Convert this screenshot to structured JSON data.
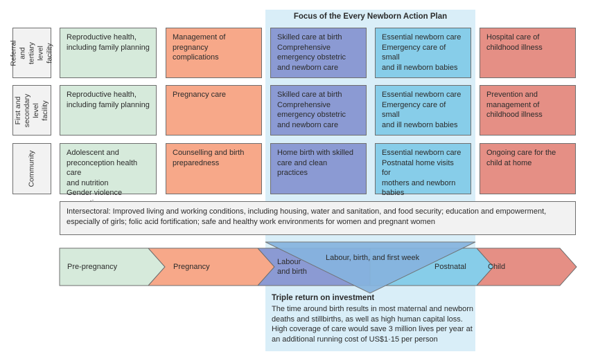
{
  "focus_title": "Focus of the Every Newborn Action Plan",
  "rows": [
    {
      "label": "Referral and\ntertiary level\nfacility",
      "cells": [
        "Reproductive health,\nincluding family planning",
        "Management of\npregnancy complications",
        "Skilled care at birth\nComprehensive\nemergency obstetric\nand newborn care",
        "Essential newborn care\nEmergency care of small\nand ill newborn babies",
        "Hospital care of\nchildhood illness"
      ]
    },
    {
      "label": "First and\nsecondary\nlevel facility",
      "cells": [
        "Reproductive health,\nincluding family planning",
        "Pregnancy care",
        "Skilled care at birth\nComprehensive\nemergency obstetric\nand newborn care",
        "Essential newborn care\nEmergency care of small\nand ill newborn babies",
        "Prevention and\nmanagement of\nchildhood illness"
      ]
    },
    {
      "label": "Community",
      "cells": [
        "Adolescent and\npreconception health care\nand nutrition\nGender violence prevention",
        "Counselling and birth\npreparedness",
        "Home birth with skilled\ncare and clean practices",
        "Essential newborn care\nPostnatal home visits for\nmothers and newborn\nbabies",
        "Ongoing care for the\nchild at home"
      ]
    }
  ],
  "intersectoral": "Intersectoral: Improved living and working conditions, including housing, water and sanitation, and food security; education and empowerment, especially of girls; folic acid fortification; safe and healthy work environments for women and pregnant women",
  "timeline": {
    "pre_pregnancy": "Pre-pregnancy",
    "pregnancy": "Pregnancy",
    "labour_and_birth": "Labour\nand birth",
    "postnatal": "Postnatal",
    "child": "Child",
    "triangle_label": "Labour, birth, and first week"
  },
  "roi": {
    "title": "Triple return on investment",
    "body": "The time around birth results in most maternal and newborn\ndeaths and stillbirths, as well as high human capital loss.\nHigh coverage of care would save 3 million lives per year at\nan additional running cost of US$1·15 per person"
  },
  "colors": {
    "green": "#d6eadb",
    "orange": "#f7a889",
    "purple": "#8b9ad3",
    "blue": "#87cde9",
    "red": "#e58f85",
    "focus_band": "#d9eef8"
  }
}
